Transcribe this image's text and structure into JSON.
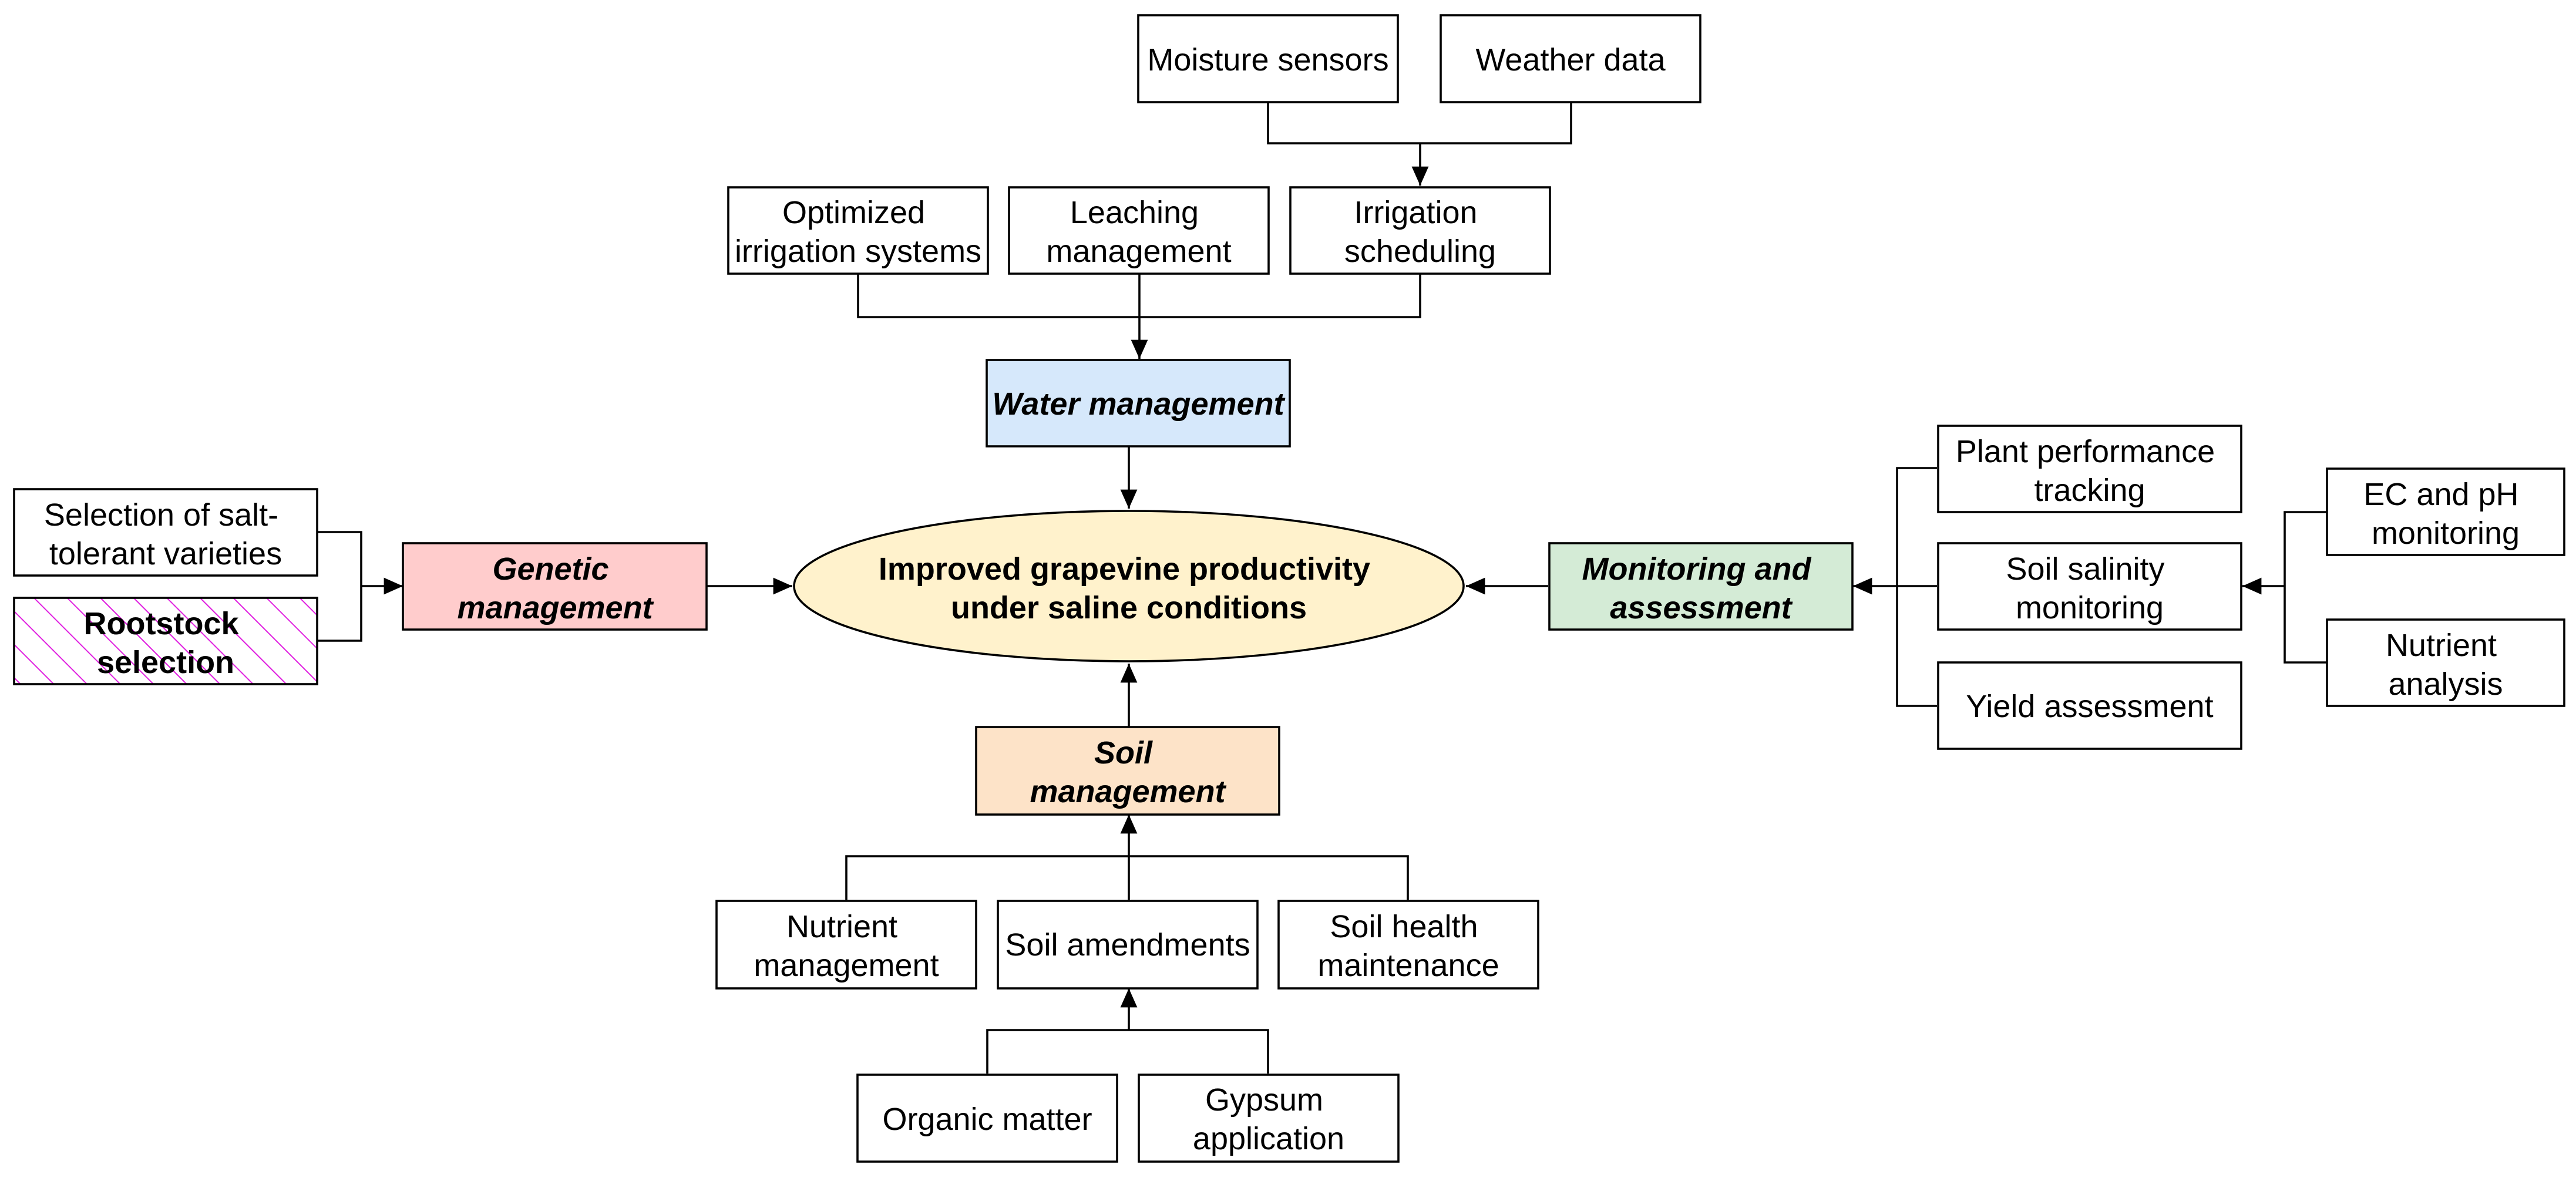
{
  "center": {
    "line1": "Improved grapevine productivity",
    "line2": "under saline conditions"
  },
  "water": {
    "label": "Water management",
    "sub": [
      {
        "line1": "Optimized",
        "line2": "irrigation systems"
      },
      {
        "line1": "Leaching",
        "line2": "management"
      },
      {
        "line1": "Irrigation",
        "line2": "scheduling"
      }
    ],
    "scheduling_inputs": [
      "Moisture sensors",
      "Weather data"
    ]
  },
  "genetic": {
    "line1": "Genetic",
    "line2": "management",
    "sub": [
      {
        "line1": "Selection of salt-",
        "line2": "tolerant varieties"
      },
      {
        "line1": "Rootstock",
        "line2": "selection"
      }
    ]
  },
  "monitoring": {
    "line1": "Monitoring and",
    "line2": "assessment",
    "sub": [
      {
        "line1": "Plant performance",
        "line2": "tracking"
      },
      {
        "line1": "Soil salinity",
        "line2": "monitoring"
      },
      {
        "line1": "Yield assessment"
      }
    ],
    "salinity_inputs": [
      {
        "line1": "EC and pH",
        "line2": "monitoring"
      },
      {
        "line1": "Nutrient",
        "line2": "analysis"
      }
    ]
  },
  "soil": {
    "line1": "Soil",
    "line2": "management",
    "sub": [
      {
        "line1": "Nutrient",
        "line2": "management"
      },
      {
        "line1": "Soil amendments"
      },
      {
        "line1": "Soil health",
        "line2": "maintenance"
      }
    ],
    "amendment_inputs": [
      {
        "line1": "Organic matter"
      },
      {
        "line1": "Gypsum",
        "line2": "application"
      }
    ]
  },
  "colors": {
    "center_fill": "#fff2cc",
    "water_fill": "#d6e8fb",
    "genetic_fill": "#ffcccc",
    "monitoring_fill": "#d4ebd6",
    "soil_fill": "#fde3c8",
    "hatch": "#e020e0"
  }
}
